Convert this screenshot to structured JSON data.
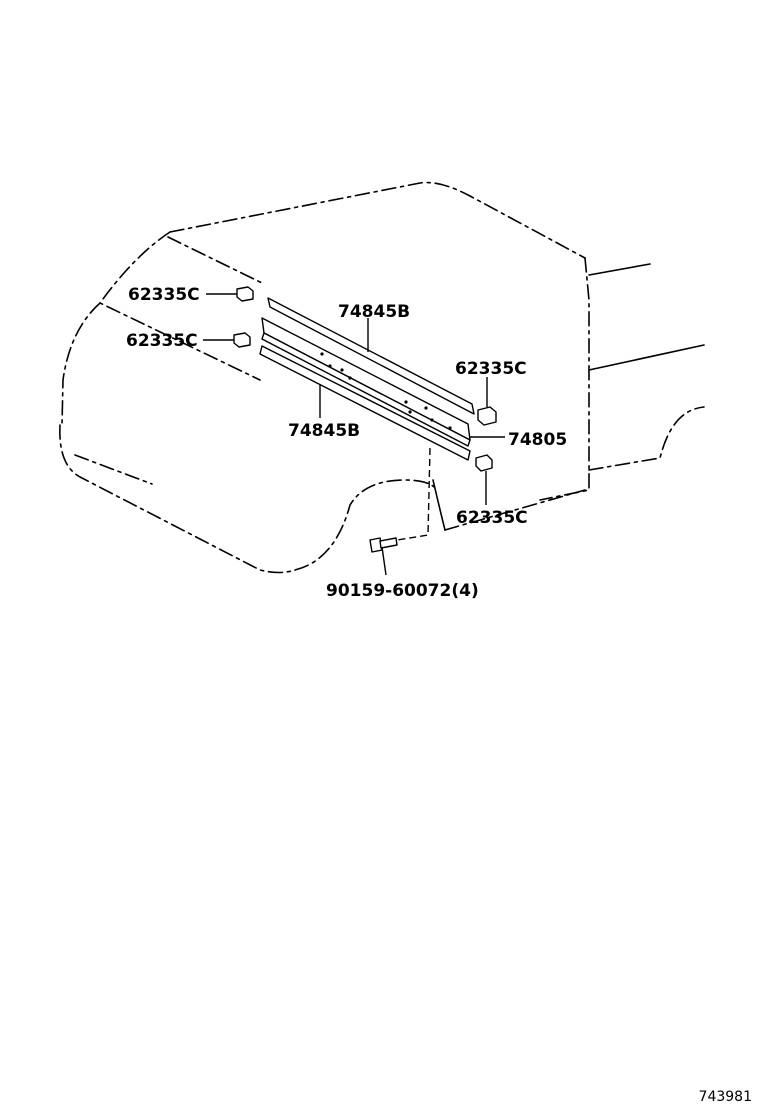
{
  "diagram": {
    "callouts": {
      "clip_upper_left": "62335C",
      "clip_mid_left": "62335C",
      "clip_upper_right": "62335C",
      "clip_lower_right": "62335C",
      "molding_top": "74845B",
      "molding_bottom": "74845B",
      "stone_guard": "74805",
      "bolt": "90159-60072(4)"
    },
    "reference_id": "743981"
  }
}
